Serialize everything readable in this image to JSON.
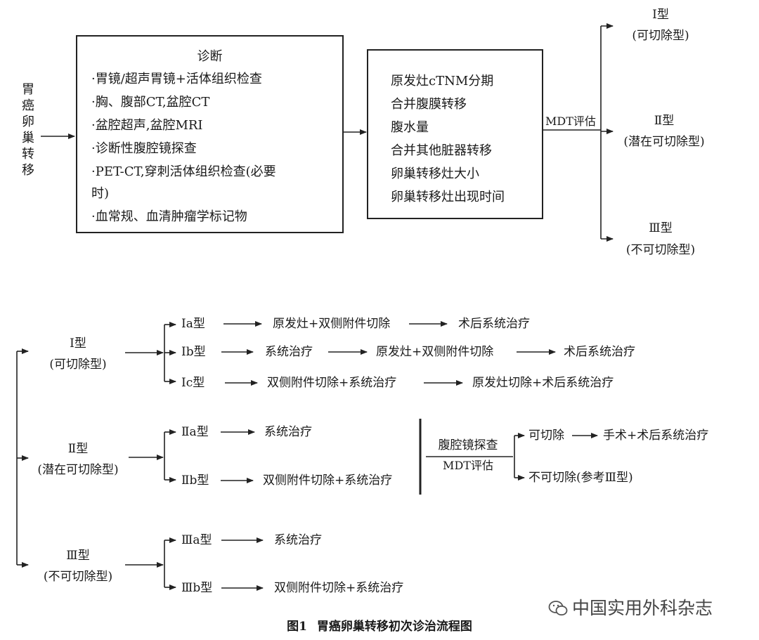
{
  "top": {
    "side_label": "胃癌卵巢转移",
    "diagnosis": {
      "title": "诊断",
      "items": [
        "·胃镜/超声胃镜+活体组织检查",
        "·胸、腹部CT,盆腔CT",
        "·盆腔超声,盆腔MRI",
        "·诊断性腹腔镜探查",
        "·PET-CT,穿刺活体组织检查(必要",
        "时)",
        "·血常规、血清肿瘤学标记物"
      ]
    },
    "assessment": {
      "items": [
        "原发灶cTNM分期",
        "合并腹膜转移",
        "腹水量",
        "合并其他脏器转移",
        "卵巢转移灶大小",
        "卵巢转移灶出现时间"
      ]
    },
    "mdt_label": "MDT评估",
    "types": [
      {
        "name": "Ⅰ型",
        "desc": "(可切除型)"
      },
      {
        "name": "Ⅱ型",
        "desc": "(潜在可切除型)"
      },
      {
        "name": "Ⅲ型",
        "desc": "(不可切除型)"
      }
    ]
  },
  "bottom": {
    "type1": {
      "name": "Ⅰ型",
      "desc": "(可切除型)",
      "subtypes": [
        {
          "label": "Ⅰa型",
          "steps": [
            "原发灶+双侧附件切除",
            "术后系统治疗"
          ]
        },
        {
          "label": "Ⅰb型",
          "steps": [
            "系统治疗",
            "原发灶+双侧附件切除",
            "术后系统治疗"
          ]
        },
        {
          "label": "Ⅰc型",
          "steps": [
            "双侧附件切除+系统治疗",
            "原发灶切除+术后系统治疗"
          ]
        }
      ]
    },
    "type2": {
      "name": "Ⅱ型",
      "desc": "(潜在可切除型)",
      "subtypes": [
        {
          "label": "Ⅱa型",
          "steps": [
            "系统治疗"
          ]
        },
        {
          "label": "Ⅱb型",
          "steps": [
            "双侧附件切除+系统治疗"
          ]
        }
      ],
      "eval_top": "腹腔镜探查",
      "eval_bottom": "MDT评估",
      "outcomes": [
        {
          "label": "可切除",
          "step": "手术+术后系统治疗"
        },
        {
          "label": "不可切除(参考Ⅲ型)"
        }
      ]
    },
    "type3": {
      "name": "Ⅲ型",
      "desc": "(不可切除型)",
      "subtypes": [
        {
          "label": "Ⅲa型",
          "steps": [
            "系统治疗"
          ]
        },
        {
          "label": "Ⅲb型",
          "steps": [
            "双侧附件切除+系统治疗"
          ]
        }
      ]
    }
  },
  "watermark": "中国实用外科杂志",
  "caption": {
    "number": "图1",
    "title": "胃癌卵巢转移初次诊治流程图"
  }
}
